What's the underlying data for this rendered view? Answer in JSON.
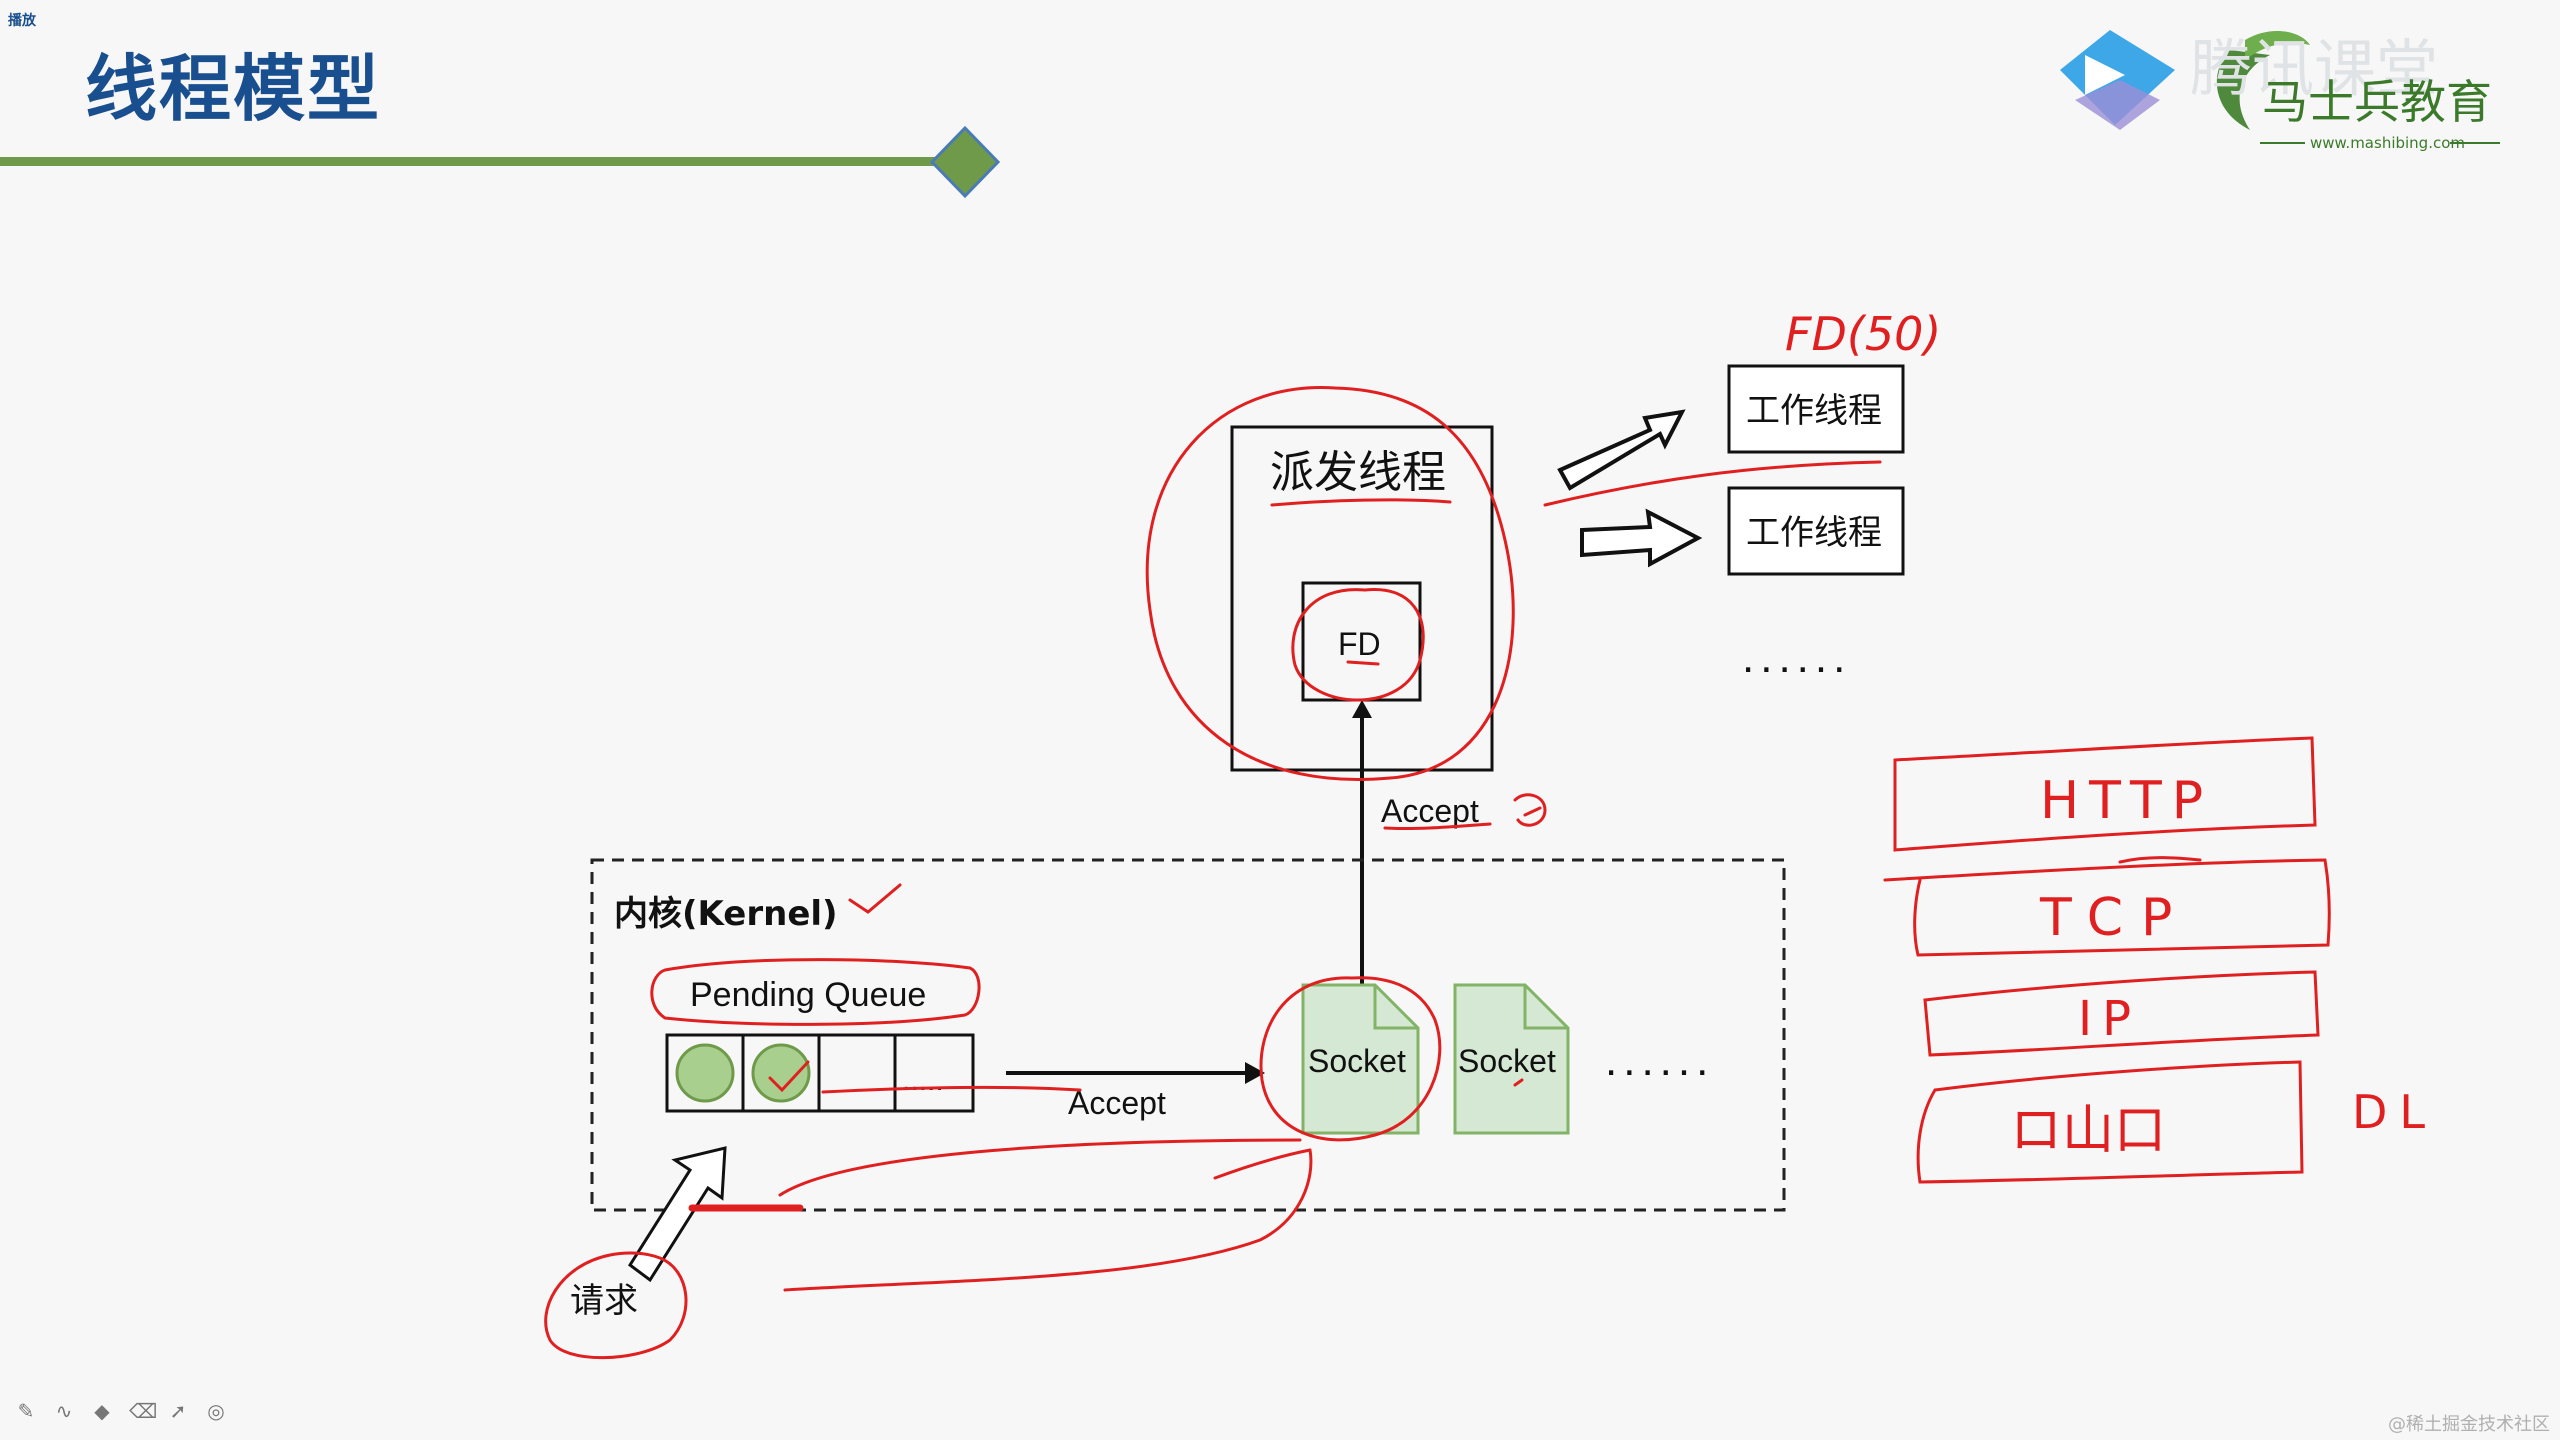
{
  "header": {
    "title": "线程模型",
    "tag": "播放"
  },
  "logo": {
    "brand_a": "腾讯课堂",
    "brand_b": "马士兵教育",
    "url": "www.mashibing.com"
  },
  "diagram": {
    "dispatch_thread": "派发线程",
    "fd": "FD",
    "accept_upper": "Accept",
    "accept_lower": "Accept",
    "worker_1": "工作线程",
    "worker_2": "工作线程",
    "worker_more": "......",
    "kernel_label": "内核(Kernel)",
    "pending_queue": "Pending Queue",
    "queue_more": ".....",
    "socket_1": "Socket",
    "socket_2": "Socket",
    "socket_more": "......",
    "request": "请求"
  },
  "annotations": {
    "fd_50": "FD(50)",
    "accept_num": "2",
    "layer_http": "HTTP",
    "layer_tcp": "TCP",
    "layer_ip": "IP",
    "layer_link": "ロ山口",
    "layer_dl": "DL"
  },
  "footer": {
    "watermark": "@稀土掘金技术社区",
    "tools": [
      "pen-icon",
      "curve-icon",
      "highlighter-icon",
      "eraser-icon",
      "pointer-icon",
      "record-icon"
    ]
  },
  "colors": {
    "title_blue": "#1a4f8f",
    "bar_green": "#6e9a4a",
    "annotation_red": "#e02020",
    "socket_fill": "#d5e8d4",
    "socket_stroke": "#82b366"
  }
}
